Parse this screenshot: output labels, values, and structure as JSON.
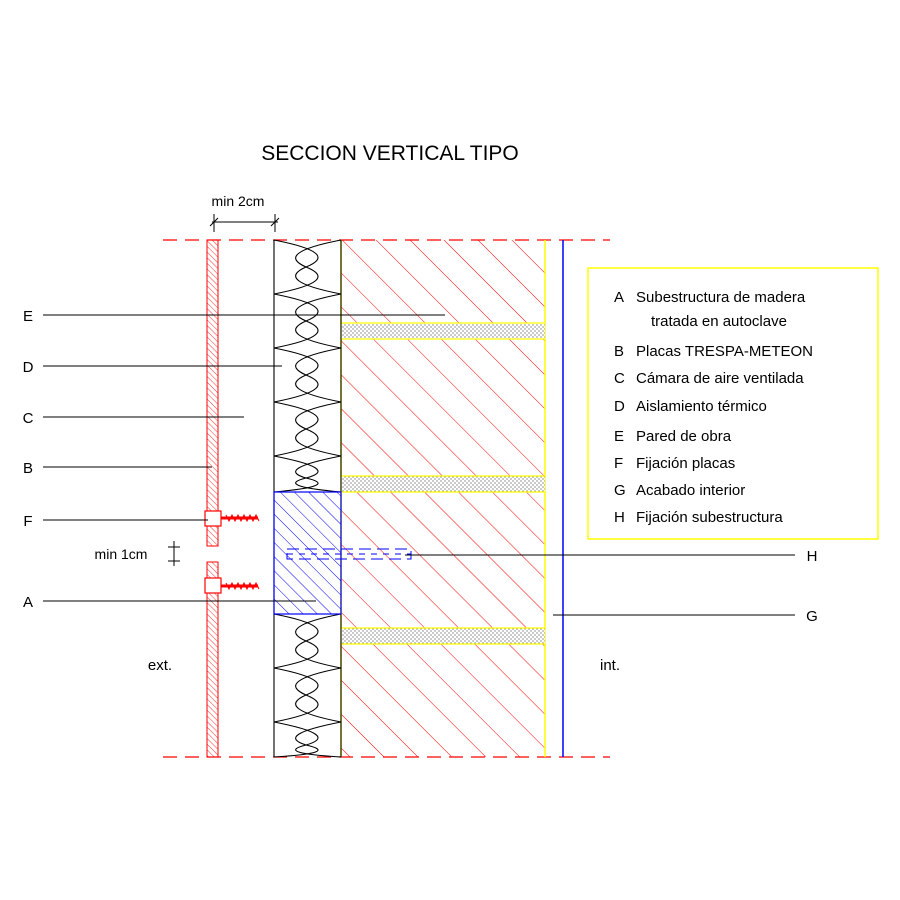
{
  "title": "SECCION VERTICAL TIPO",
  "dimensions": {
    "cavity_width": "min 2cm",
    "panel_gap": "min 1cm"
  },
  "callouts_left": [
    "E",
    "D",
    "C",
    "B",
    "F",
    "A"
  ],
  "callouts_right": [
    "H",
    "G"
  ],
  "sides": {
    "exterior": "ext.",
    "interior": "int."
  },
  "legend": [
    {
      "letter": "A",
      "text": "Subestructura de madera",
      "cont": "tratada en autoclave"
    },
    {
      "letter": "B",
      "text": "Placas TRESPA-METEON"
    },
    {
      "letter": "C",
      "text": "Cámara de aire ventilada"
    },
    {
      "letter": "D",
      "text": "Aislamiento térmico"
    },
    {
      "letter": "E",
      "text": "Pared de obra"
    },
    {
      "letter": "F",
      "text": "Fijación placas"
    },
    {
      "letter": "G",
      "text": "Acabado interior"
    },
    {
      "letter": "H",
      "text": "Fijación subestructura"
    }
  ],
  "colors": {
    "masonry_hatch": "#ff0000",
    "panel": "#ff0000",
    "insulation": "#000000",
    "wood_substructure": "#0000ff",
    "interior_finish": "#0000ff",
    "legend_border": "#ffff00",
    "masonry_outline": "#ffff00"
  }
}
